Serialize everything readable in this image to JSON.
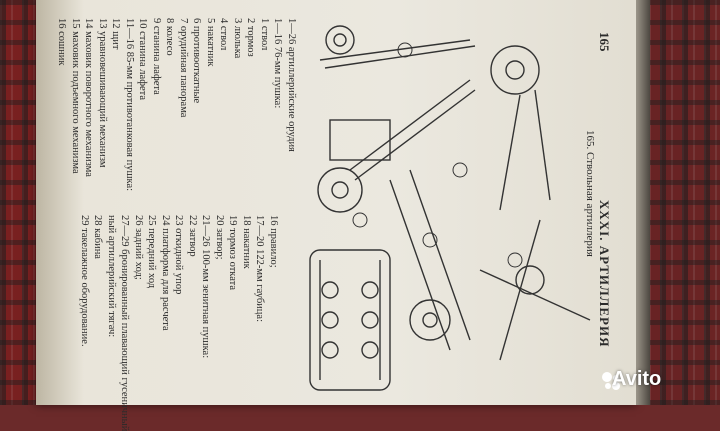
{
  "page": {
    "number": "165",
    "chapter_title": "XXXI. АРТИЛЛЕРИЯ",
    "figure_caption": "165. Ствольная артиллерия"
  },
  "legend_left": [
    "1—26 артиллерийские орудия",
    "1—16 76-мм пушка:",
    "1 ствол",
    "2 тормоз",
    "3 люлька",
    "4 ствол",
    "5 накатник",
    "6 противооткатные",
    "7 орудийная панорама",
    "8 колесо",
    "9 станина лафета",
    "10 станина лафета",
    "11—16 85-мм противотанковая пушка:",
    "12 щит",
    "13 уравновешивающий механизм",
    "14 маховик поворотного механизма",
    "15 маховик подъемного механизма",
    "16 сошник"
  ],
  "legend_right": [
    "16 правило;",
    "17—20 122-мм гаубица:",
    "18 накатник",
    "19 тормоз отката",
    "20 затвор;",
    "21—26 100-мм зенитная пушка:",
    "22 затвор",
    "23 откидной упор",
    "24 платформа для расчета",
    "25 передний ход",
    "26 задний ход;",
    "27—29 бронированный плавающий гусеничный",
    "ный артиллерийский тягач:",
    "28 кабина",
    "29 такелажное оборудование."
  ],
  "watermark": "Avito"
}
